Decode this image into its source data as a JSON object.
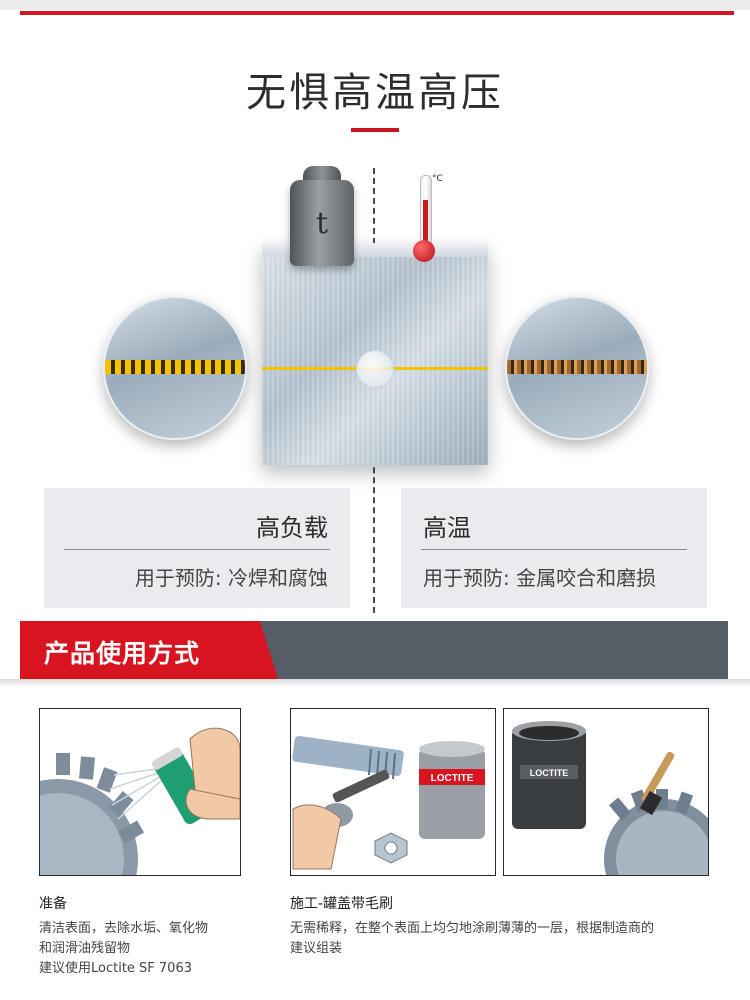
{
  "hero": {
    "title": "无惧高温高压",
    "weight_label": "t",
    "thermo_unit": "°C"
  },
  "cards": [
    {
      "title": "高负载",
      "desc": "用于预防: 冷焊和腐蚀"
    },
    {
      "title": "高温",
      "desc": "用于预防: 金属咬合和磨损"
    }
  ],
  "section": {
    "title": "产品使用方式"
  },
  "brand": {
    "name": "LOCTITE"
  },
  "steps": [
    {
      "title": "准备",
      "lines": [
        "清洁表面，去除水垢、氧化物",
        "和润滑油残留物",
        "建议使用Loctite SF 7063"
      ]
    },
    {
      "title": "施工-罐盖带毛刷",
      "lines": [
        "无需稀释，在整个表面上均匀地涂刷薄薄的一层，根据制造商的",
        "建议组装"
      ]
    }
  ],
  "colors": {
    "accent_red": "#d7141f",
    "band_gray": "#565d67",
    "card_bg": "#e9ebee",
    "gold": "#f3c400"
  }
}
